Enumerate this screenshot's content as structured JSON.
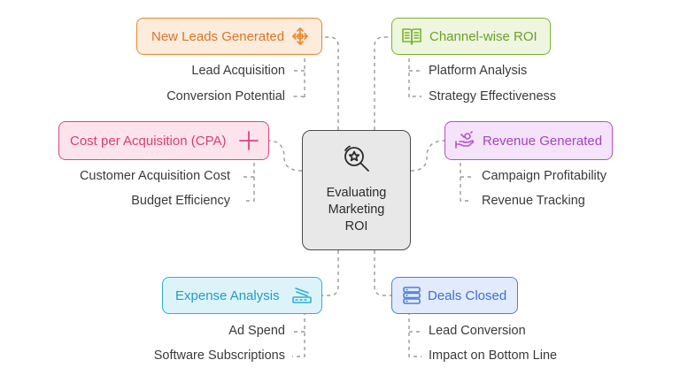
{
  "center": {
    "lines": [
      "Evaluating",
      "Marketing",
      "ROI"
    ],
    "icon": "search-star-icon"
  },
  "nodes": {
    "new_leads": {
      "label": "New Leads Generated",
      "icon": "arrows-move-icon",
      "color": "#e8872e",
      "bg": "#fdecdc",
      "subs": [
        "Lead Acquisition",
        "Conversion Potential"
      ]
    },
    "channel_roi": {
      "label": "Channel-wise ROI",
      "icon": "open-book-icon",
      "color": "#7ab32e",
      "bg": "#eef6df",
      "subs": [
        "Platform Analysis",
        "Strategy Effectiveness"
      ]
    },
    "cpa": {
      "label": "Cost per Acquisition (CPA)",
      "icon": "plus-icon",
      "color": "#e0457f",
      "bg": "#fde3ec",
      "subs": [
        "Customer Acquisition Cost",
        "Budget Efficiency"
      ]
    },
    "revenue": {
      "label": "Revenue Generated",
      "icon": "hand-coin-icon",
      "color": "#b54fd1",
      "bg": "#f5e3fb",
      "subs": [
        "Campaign Profitability",
        "Revenue Tracking"
      ]
    },
    "expense": {
      "label": "Expense Analysis",
      "icon": "register-icon",
      "color": "#2fb0d6",
      "bg": "#ddf3fa",
      "subs": [
        "Ad Spend",
        "Software Subscriptions"
      ]
    },
    "deals": {
      "label": "Deals Closed",
      "icon": "server-stack-icon",
      "color": "#4a7fe0",
      "bg": "#e2ebfb",
      "subs": [
        "Lead Conversion",
        "Impact on Bottom Line"
      ]
    }
  }
}
